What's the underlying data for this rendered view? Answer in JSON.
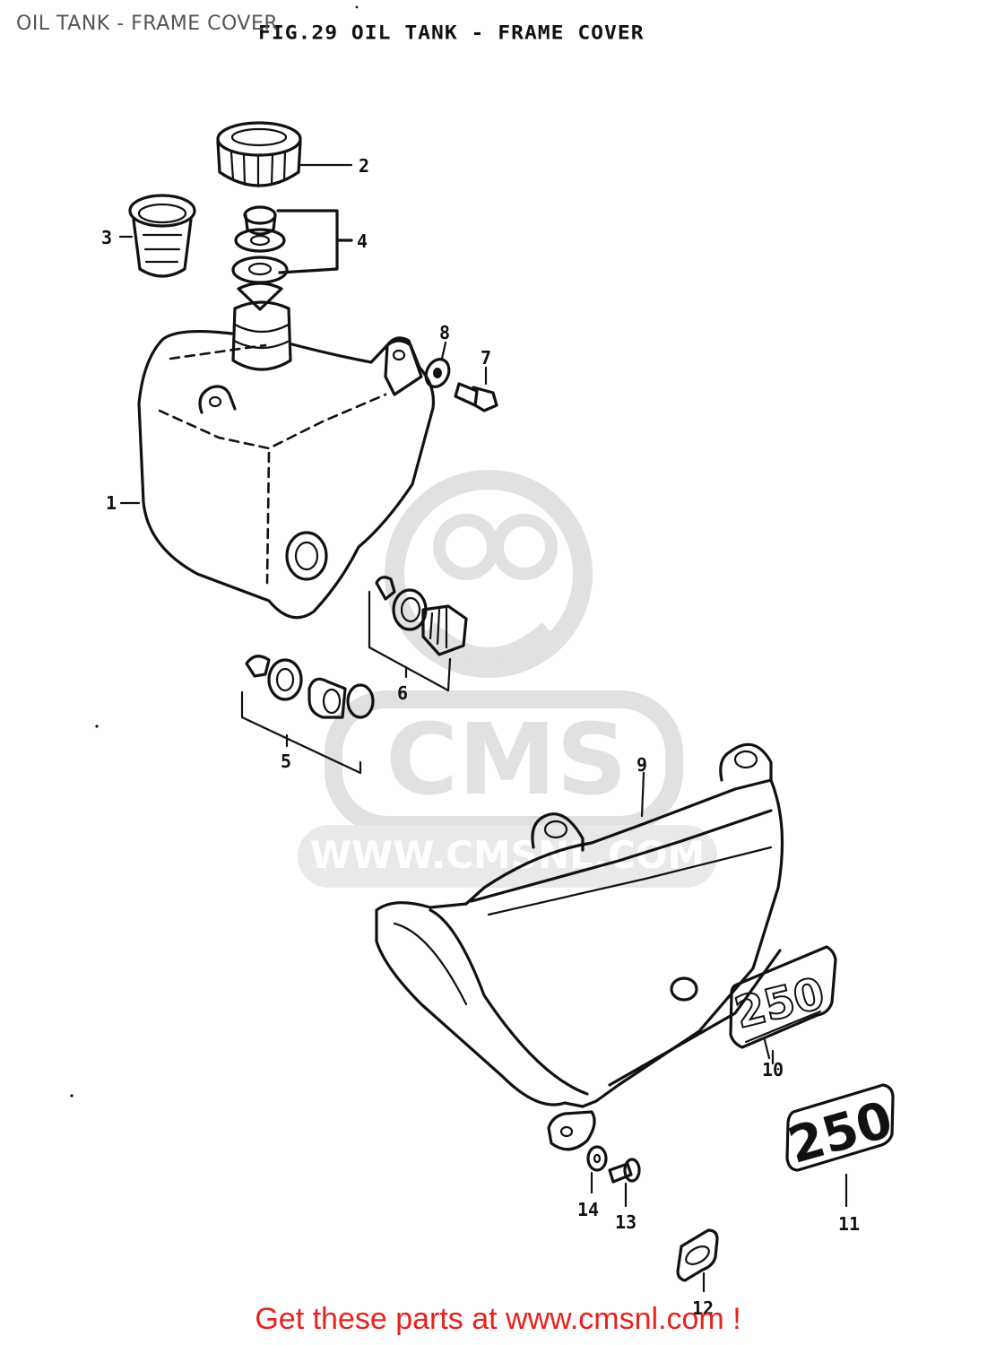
{
  "page_heading": "OIL TANK - FRAME COVER",
  "figure_title": "FIG.29  OIL TANK - FRAME COVER",
  "callouts": [
    "1",
    "2",
    "3",
    "4",
    "5",
    "6",
    "7",
    "8",
    "9",
    "10",
    "11",
    "12",
    "13",
    "14"
  ],
  "watermark": {
    "brand": "CMS",
    "url": "WWW.CMSNL.COM"
  },
  "emblem_text": "250",
  "call_to_action": "Get these parts at www.cmsnl.com !",
  "colors": {
    "ink": "#111111",
    "heading": "#555555",
    "link": "#e8221c",
    "watermark": "#c9c9c9"
  }
}
